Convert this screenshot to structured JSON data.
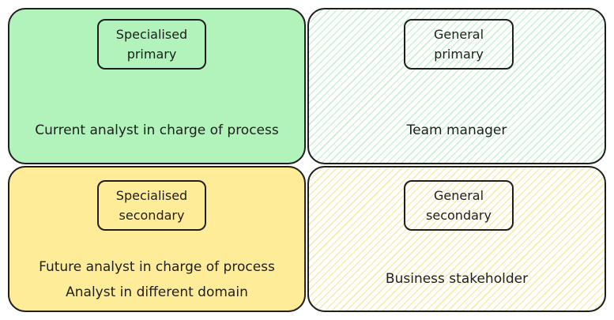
{
  "quadrants": {
    "top_left": {
      "tag_line1": "Specialised",
      "tag_line2": "primary",
      "label": "Current analyst in charge of process",
      "fill": "#b2f2bb"
    },
    "top_right": {
      "tag_line1": "General",
      "tag_line2": "primary",
      "label": "Team manager",
      "fill": "#c9f2d0"
    },
    "bottom_left": {
      "tag_line1": "Specialised",
      "tag_line2": "secondary",
      "label_line1": "Future analyst in charge of process",
      "label_line2": "Analyst in different domain",
      "fill": "#ffec99"
    },
    "bottom_right": {
      "tag_line1": "General",
      "tag_line2": "secondary",
      "label": "Business stakeholder",
      "fill": "#f7ecb0"
    }
  },
  "colors": {
    "stroke": "#1e1e1e"
  }
}
